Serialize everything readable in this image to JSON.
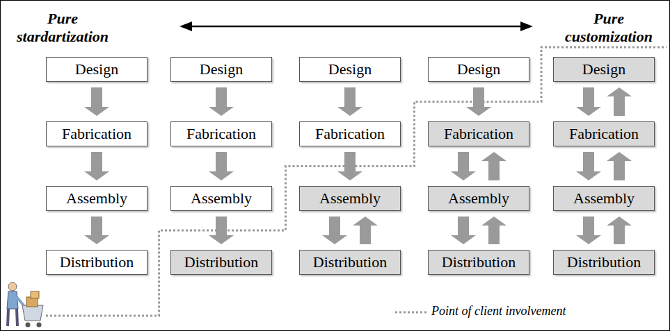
{
  "diagram": {
    "nodes": [
      {
        "text": [
          "Design"
        ]
      },
      {
        "text": [
          "Fabrication"
        ]
      },
      {
        "text": [
          "Assembly"
        ]
      },
      {
        "text": [
          "Distribution"
        ]
      },
      {
        "text": [
          "Design"
        ]
      },
      {
        "text": [
          "Fabrication"
        ]
      },
      {
        "text": [
          "Assembly"
        ]
      },
      {
        "text": [
          "Distribution"
        ]
      },
      {
        "text": [
          "Design"
        ]
      },
      {
        "text": [
          "Fabrication"
        ]
      },
      {
        "text": [
          "Assembly"
        ]
      },
      {
        "text": [
          "Distribution"
        ]
      },
      {
        "text": [
          "Design"
        ]
      },
      {
        "text": [
          "Fabrication"
        ]
      },
      {
        "text": [
          "Assembly"
        ]
      },
      {
        "text": [
          "Distribution"
        ]
      },
      {
        "text": [
          "Design"
        ]
      },
      {
        "text": [
          "Fabrication"
        ]
      },
      {
        "text": [
          "Assembly"
        ]
      },
      {
        "text": [
          "Distribution"
        ]
      }
    ],
    "edges": [
      {
        "from": 0,
        "to": 1,
        "arrow": "to"
      },
      {
        "from": 1,
        "to": 2,
        "arrow": "to"
      },
      {
        "from": 2,
        "to": 3,
        "arrow": "to"
      },
      {
        "from": 4,
        "to": 5,
        "arrow": "to"
      },
      {
        "from": 5,
        "to": 6,
        "arrow": "to"
      },
      {
        "from": 6,
        "to": 7,
        "arrow": "to"
      },
      {
        "from": 8,
        "to": 9,
        "arrow": "to"
      },
      {
        "from": 9,
        "to": 10,
        "arrow": "to"
      },
      {
        "from": 10,
        "to": 11,
        "arrow": "to"
      },
      {
        "from": 11,
        "to": 10,
        "arrow": "to"
      },
      {
        "from": 12,
        "to": 13,
        "arrow": "to"
      },
      {
        "from": 13,
        "to": 14,
        "arrow": "to"
      },
      {
        "from": 14,
        "to": 13,
        "arrow": "to"
      },
      {
        "from": 14,
        "to": 15,
        "arrow": "to"
      },
      {
        "from": 15,
        "to": 14,
        "arrow": "to"
      },
      {
        "from": 16,
        "to": 17,
        "arrow": "to"
      },
      {
        "from": 17,
        "to": 16,
        "arrow": "to"
      },
      {
        "from": 17,
        "to": 18,
        "arrow": "to"
      },
      {
        "from": 18,
        "to": 17,
        "arrow": "to"
      },
      {
        "from": 18,
        "to": 19,
        "arrow": "to"
      },
      {
        "from": 19,
        "to": 18,
        "arrow": "to"
      }
    ],
    "labels": [
      "Pure stardartization",
      "Pure customization"
    ],
    "legend": [
      {
        "text": "Point of client involvement"
      }
    ]
  }
}
